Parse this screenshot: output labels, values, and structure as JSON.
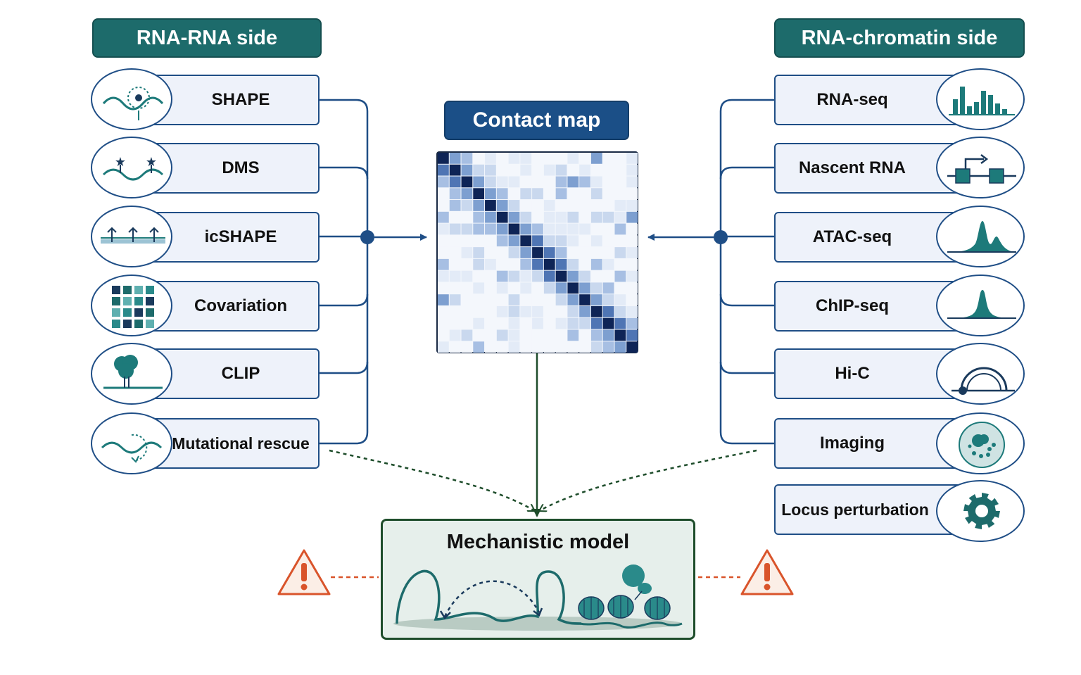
{
  "headers": {
    "left": "RNA-RNA side",
    "right": "RNA-chromatin side"
  },
  "contact_map": {
    "title": "Contact map"
  },
  "left_methods": [
    {
      "label": "SHAPE",
      "icon": "rna-structure-probe-icon"
    },
    {
      "label": "DMS",
      "icon": "rna-methylation-stars-icon"
    },
    {
      "label": "icSHAPE",
      "icon": "in-cell-probe-arrows-icon"
    },
    {
      "label": "Covariation",
      "icon": "covariation-grid-icon"
    },
    {
      "label": "CLIP",
      "icon": "protein-rna-crosslink-icon"
    },
    {
      "label": "Mutational rescue",
      "icon": "mutational-rescue-loop-icon"
    }
  ],
  "right_methods": [
    {
      "label": "RNA-seq",
      "icon": "bar-histogram-icon"
    },
    {
      "label": "Nascent RNA",
      "icon": "transcription-start-icon"
    },
    {
      "label": "ATAC-seq",
      "icon": "accessibility-peaks-icon"
    },
    {
      "label": "ChIP-seq",
      "icon": "single-peak-icon"
    },
    {
      "label": "Hi-C",
      "icon": "chromatin-loop-icon"
    },
    {
      "label": "Imaging",
      "icon": "nucleus-imaging-icon"
    },
    {
      "label": "Locus perturbation",
      "icon": "gear-icon"
    }
  ],
  "model": {
    "title": "Mechanistic model"
  },
  "warnings": {
    "left_icon": "warning-icon",
    "right_icon": "warning-icon"
  },
  "colors": {
    "header_teal": "#1d6b6b",
    "contact_title_blue": "#1b4f87",
    "box_border": "#1f4e86",
    "box_fill": "#eef2fa",
    "connector": "#1f4e86",
    "icon_teal": "#1d7a7a",
    "model_border": "#1e4d2b",
    "model_fill": "#e6efeb",
    "warning": "#d9542b"
  }
}
